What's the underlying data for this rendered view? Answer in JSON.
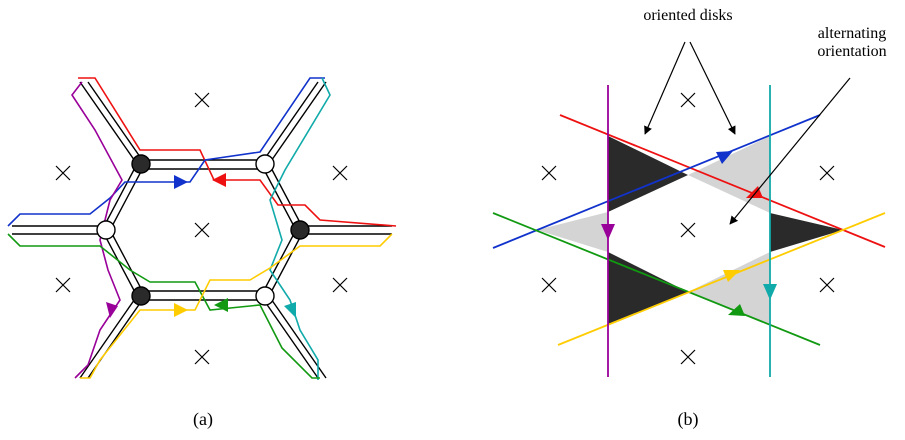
{
  "panels": {
    "a": {
      "caption": "(a)"
    },
    "b": {
      "caption": "(b)",
      "annotation_disks": "oriented disks",
      "annotation_alt_line1": "alternating",
      "annotation_alt_line2": "orientation"
    }
  },
  "colors": {
    "red": "#ee1111",
    "blue": "#1133cc",
    "purple": "#990099",
    "cyan": "#11aaaa",
    "green": "#119911",
    "yellow": "#ffcc00",
    "black": "#000000",
    "dark_fill": "#2a2a2a",
    "light_fill": "#d4d4d4"
  }
}
